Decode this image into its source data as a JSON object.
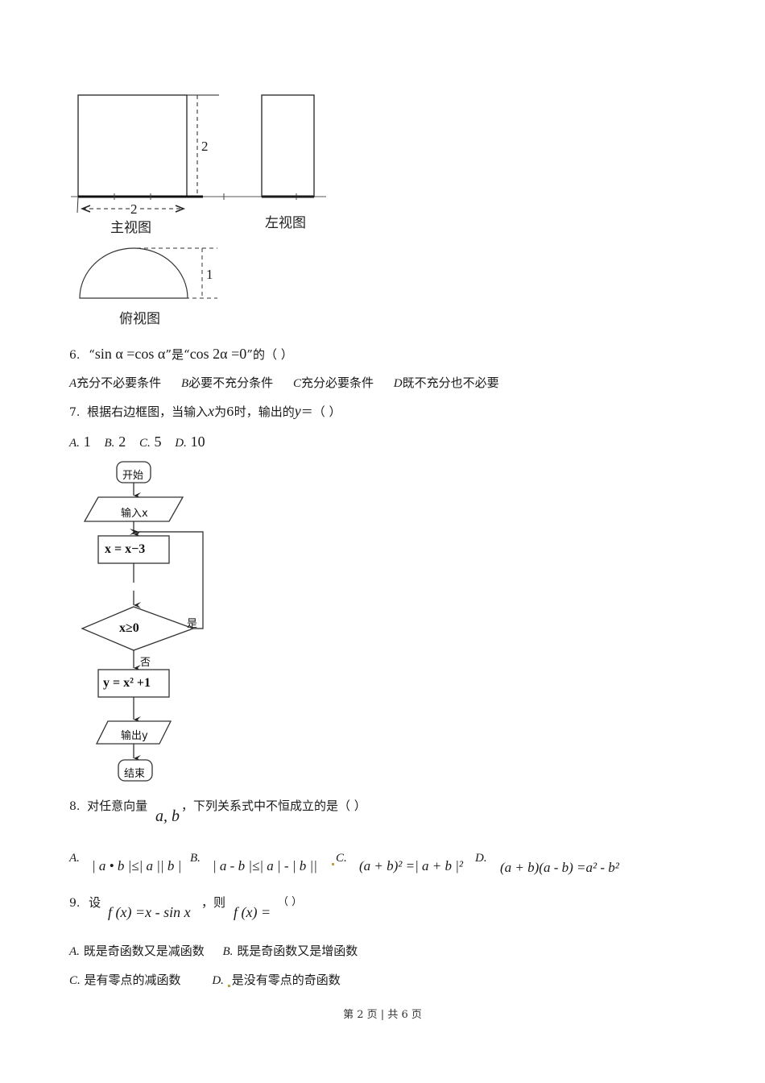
{
  "figure_three_view": {
    "front_view_label": "主视图",
    "side_view_label": "左视图",
    "top_view_label": "俯视图",
    "front_height_dim": "2",
    "front_width_dim": "2",
    "top_height_dim": "1"
  },
  "q6": {
    "number": "6.",
    "open_quote1": "“",
    "expr1": "sin α =cos α",
    "close_quote1": "”",
    "mid": "是",
    "open_quote2": "“",
    "expr2": "cos 2α =0",
    "close_quote2": "”",
    "tail": "的（  ）",
    "options": [
      {
        "letter": "A",
        "text": "充分不必要条件"
      },
      {
        "letter": "B",
        "text": "必要不充分条件"
      },
      {
        "letter": "C",
        "text": "充分必要条件"
      },
      {
        "letter": "D",
        "text": "既不充分也不必要"
      }
    ]
  },
  "q7": {
    "number": "7.",
    "text_before": "根据右边框图，当输入",
    "var_x": "x",
    "text_mid": "为6时，输出的",
    "var_y": "y",
    "text_after": "＝（  ）",
    "options": [
      {
        "letter": "A.",
        "value": "1"
      },
      {
        "letter": "B.",
        "value": "2"
      },
      {
        "letter": "C.",
        "value": "5"
      },
      {
        "letter": "D.",
        "value": "10"
      }
    ]
  },
  "flowchart": {
    "start": "开始",
    "input": "输入x",
    "assign": "x = x−3",
    "condition": "x≥0",
    "yes": "是",
    "no": "否",
    "compute": "y = x² +1",
    "output": "输出y",
    "end": "结束"
  },
  "q8": {
    "number": "8.",
    "text_before": "对任意向量",
    "vars": "a, b",
    "text_after": "，下列关系式中不恒成立的是（  ）",
    "options": [
      {
        "letter": "A.",
        "expr": "| a • b |≤| a || b |"
      },
      {
        "letter": "B.",
        "expr": "| a - b |≤| a | - | b ||"
      },
      {
        "letter": "C.",
        "expr": "(a + b)² =| a + b |²"
      },
      {
        "letter": "D.",
        "expr": "(a + b)(a - b) =a² - b²"
      }
    ]
  },
  "q9": {
    "number": "9.",
    "text_before": "设",
    "func_def": "f (x) =x - sin x",
    "text_mid": "，则",
    "func": "f (x) =",
    "paren": "（        ）",
    "options": [
      {
        "letter": "A.",
        "text": "既是奇函数又是减函数"
      },
      {
        "letter": "B.",
        "text": "既是奇函数又是增函数"
      },
      {
        "letter": "C.",
        "text": "是有零点的减函数"
      },
      {
        "letter": "D.",
        "text": "是没有零点的奇函数"
      }
    ]
  },
  "footer": {
    "page_info": "第 2 页 | 共 6 页"
  }
}
